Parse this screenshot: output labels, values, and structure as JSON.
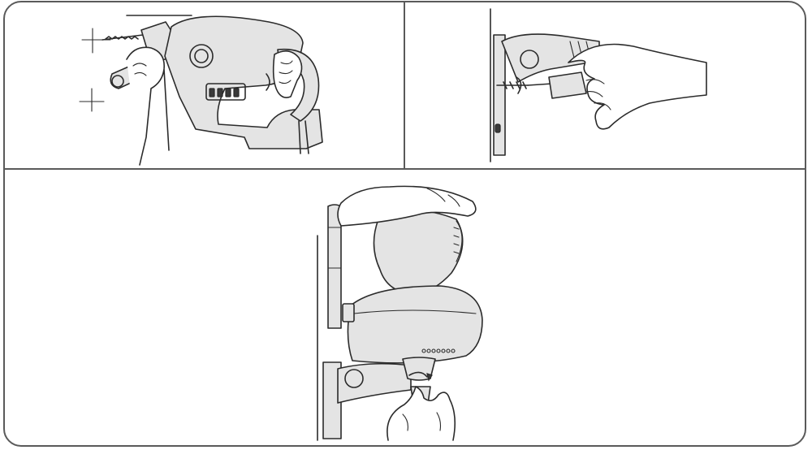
{
  "figure": {
    "panels": [
      {
        "id": "drill-step"
      },
      {
        "id": "screw-step"
      },
      {
        "id": "attach-step"
      }
    ],
    "colors": {
      "line": "#2b2b2b",
      "frame": "#5a5a5a",
      "shade": "#e4e4e4",
      "background": "#ffffff"
    },
    "icons": [
      "drill-icon",
      "screwdriver-icon",
      "camera-icon",
      "rotate-arrow-icon"
    ]
  }
}
